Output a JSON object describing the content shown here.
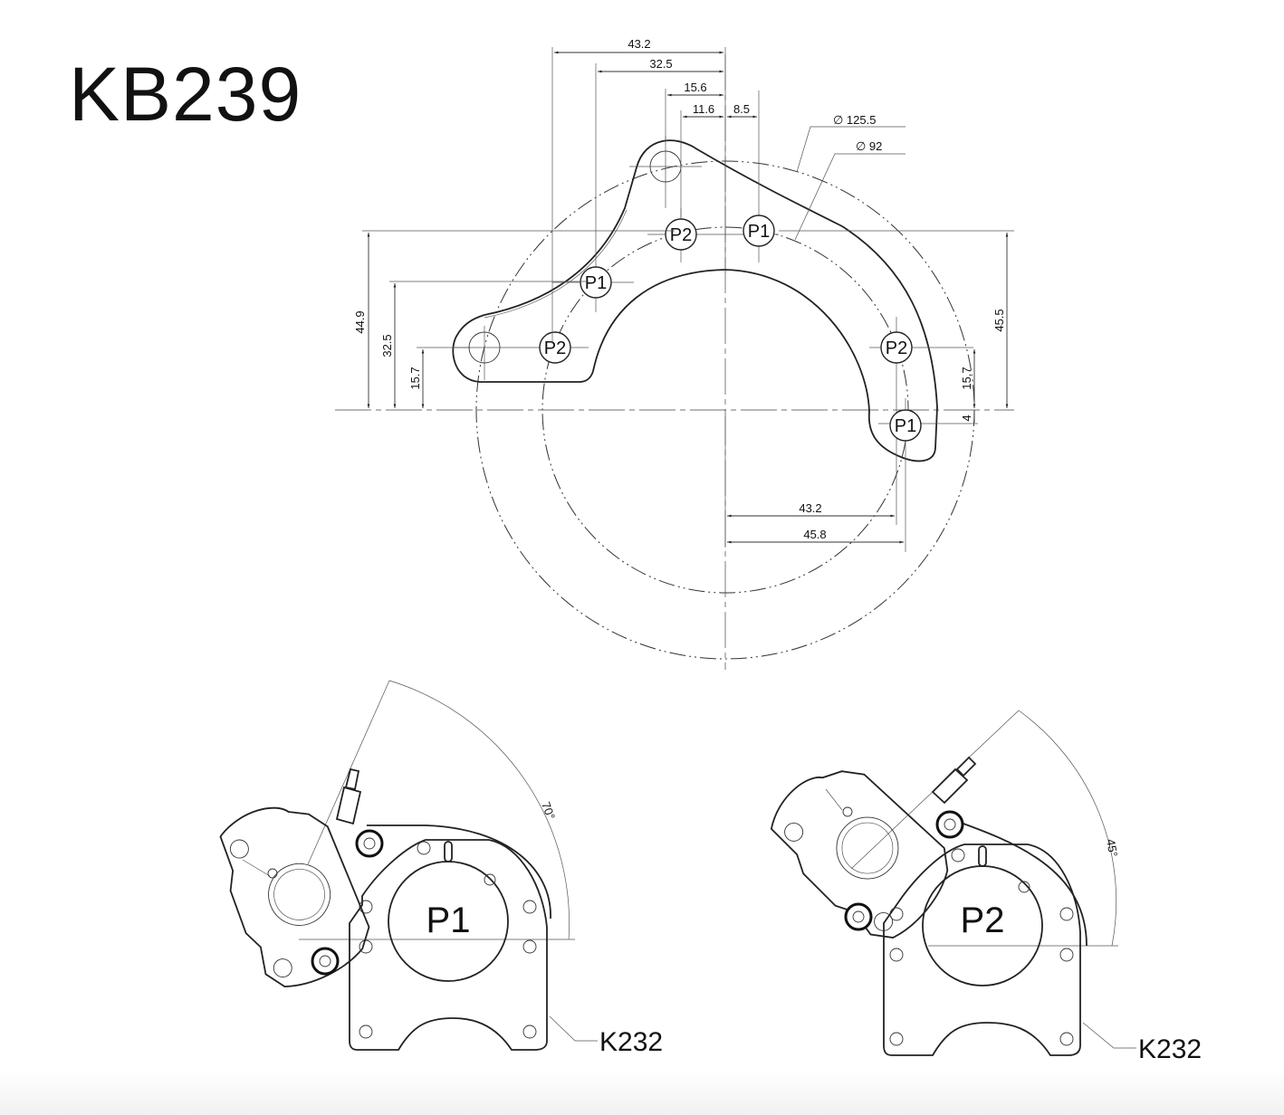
{
  "title": "KB239",
  "top_view": {
    "dimensions": {
      "top": [
        "43.2",
        "32.5",
        "15.6",
        "11.6",
        "8.5"
      ],
      "diameters": [
        "∅ 125.5",
        "∅ 92"
      ],
      "left": [
        "44.9",
        "32.5",
        "15.7"
      ],
      "right": [
        "45.5",
        "15.7",
        "4"
      ],
      "bottom": [
        "43.2",
        "45.8"
      ]
    },
    "hole_labels": [
      "P2",
      "P1",
      "P1",
      "P2",
      "P2",
      "P1"
    ]
  },
  "views": [
    {
      "position_label": "P1",
      "angle": "70°",
      "part_label": "K232"
    },
    {
      "position_label": "P2",
      "angle": "45°",
      "part_label": "K232"
    }
  ]
}
